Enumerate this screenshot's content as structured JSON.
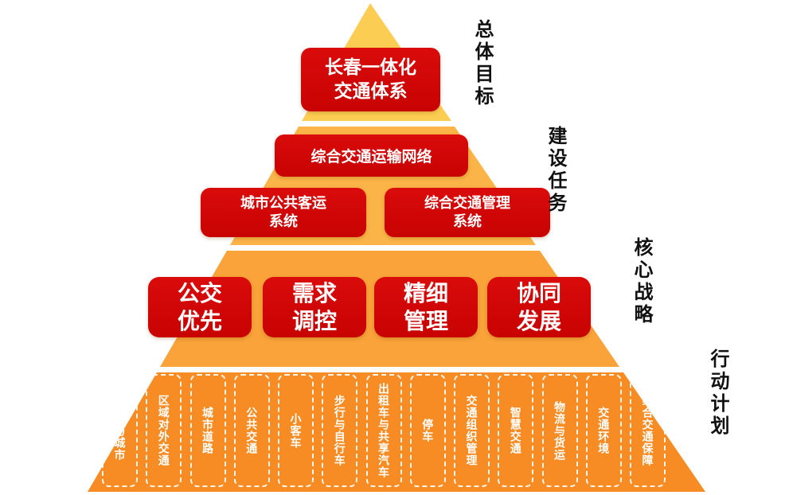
{
  "colors": {
    "band1": "#fccd53",
    "band2": "#fbb447",
    "band3": "#f9a33a",
    "band4": "#f78c24",
    "box_red": "#cf0505",
    "box_text": "#ffffff",
    "side_label_text": "#111111",
    "action_border": "#ffffff"
  },
  "side_labels": {
    "overall_goal": "总体目标",
    "construction_tasks": "建设任务",
    "core_strategies": "核心战略",
    "action_plans": "行动计划"
  },
  "goal": {
    "label": "长春一体化\n交通体系"
  },
  "tasks": {
    "network": "综合交通运输网络",
    "public_transit_system": "城市公共客运\n系统",
    "management_system": "综合交通管理\n系统"
  },
  "strategies": {
    "items": [
      "公交\n优先",
      "需求\n调控",
      "精细\n管理",
      "协同\n发展"
    ]
  },
  "actions": {
    "items": [
      "交通与城市",
      "区域对外交通",
      "城市道路",
      "公共交通",
      "小客车",
      "步行与自行车",
      "出租车与共享汽车",
      "停车",
      "交通组织管理",
      "智慧交通",
      "物流与货运",
      "交通环境",
      "综合交通保障"
    ]
  }
}
